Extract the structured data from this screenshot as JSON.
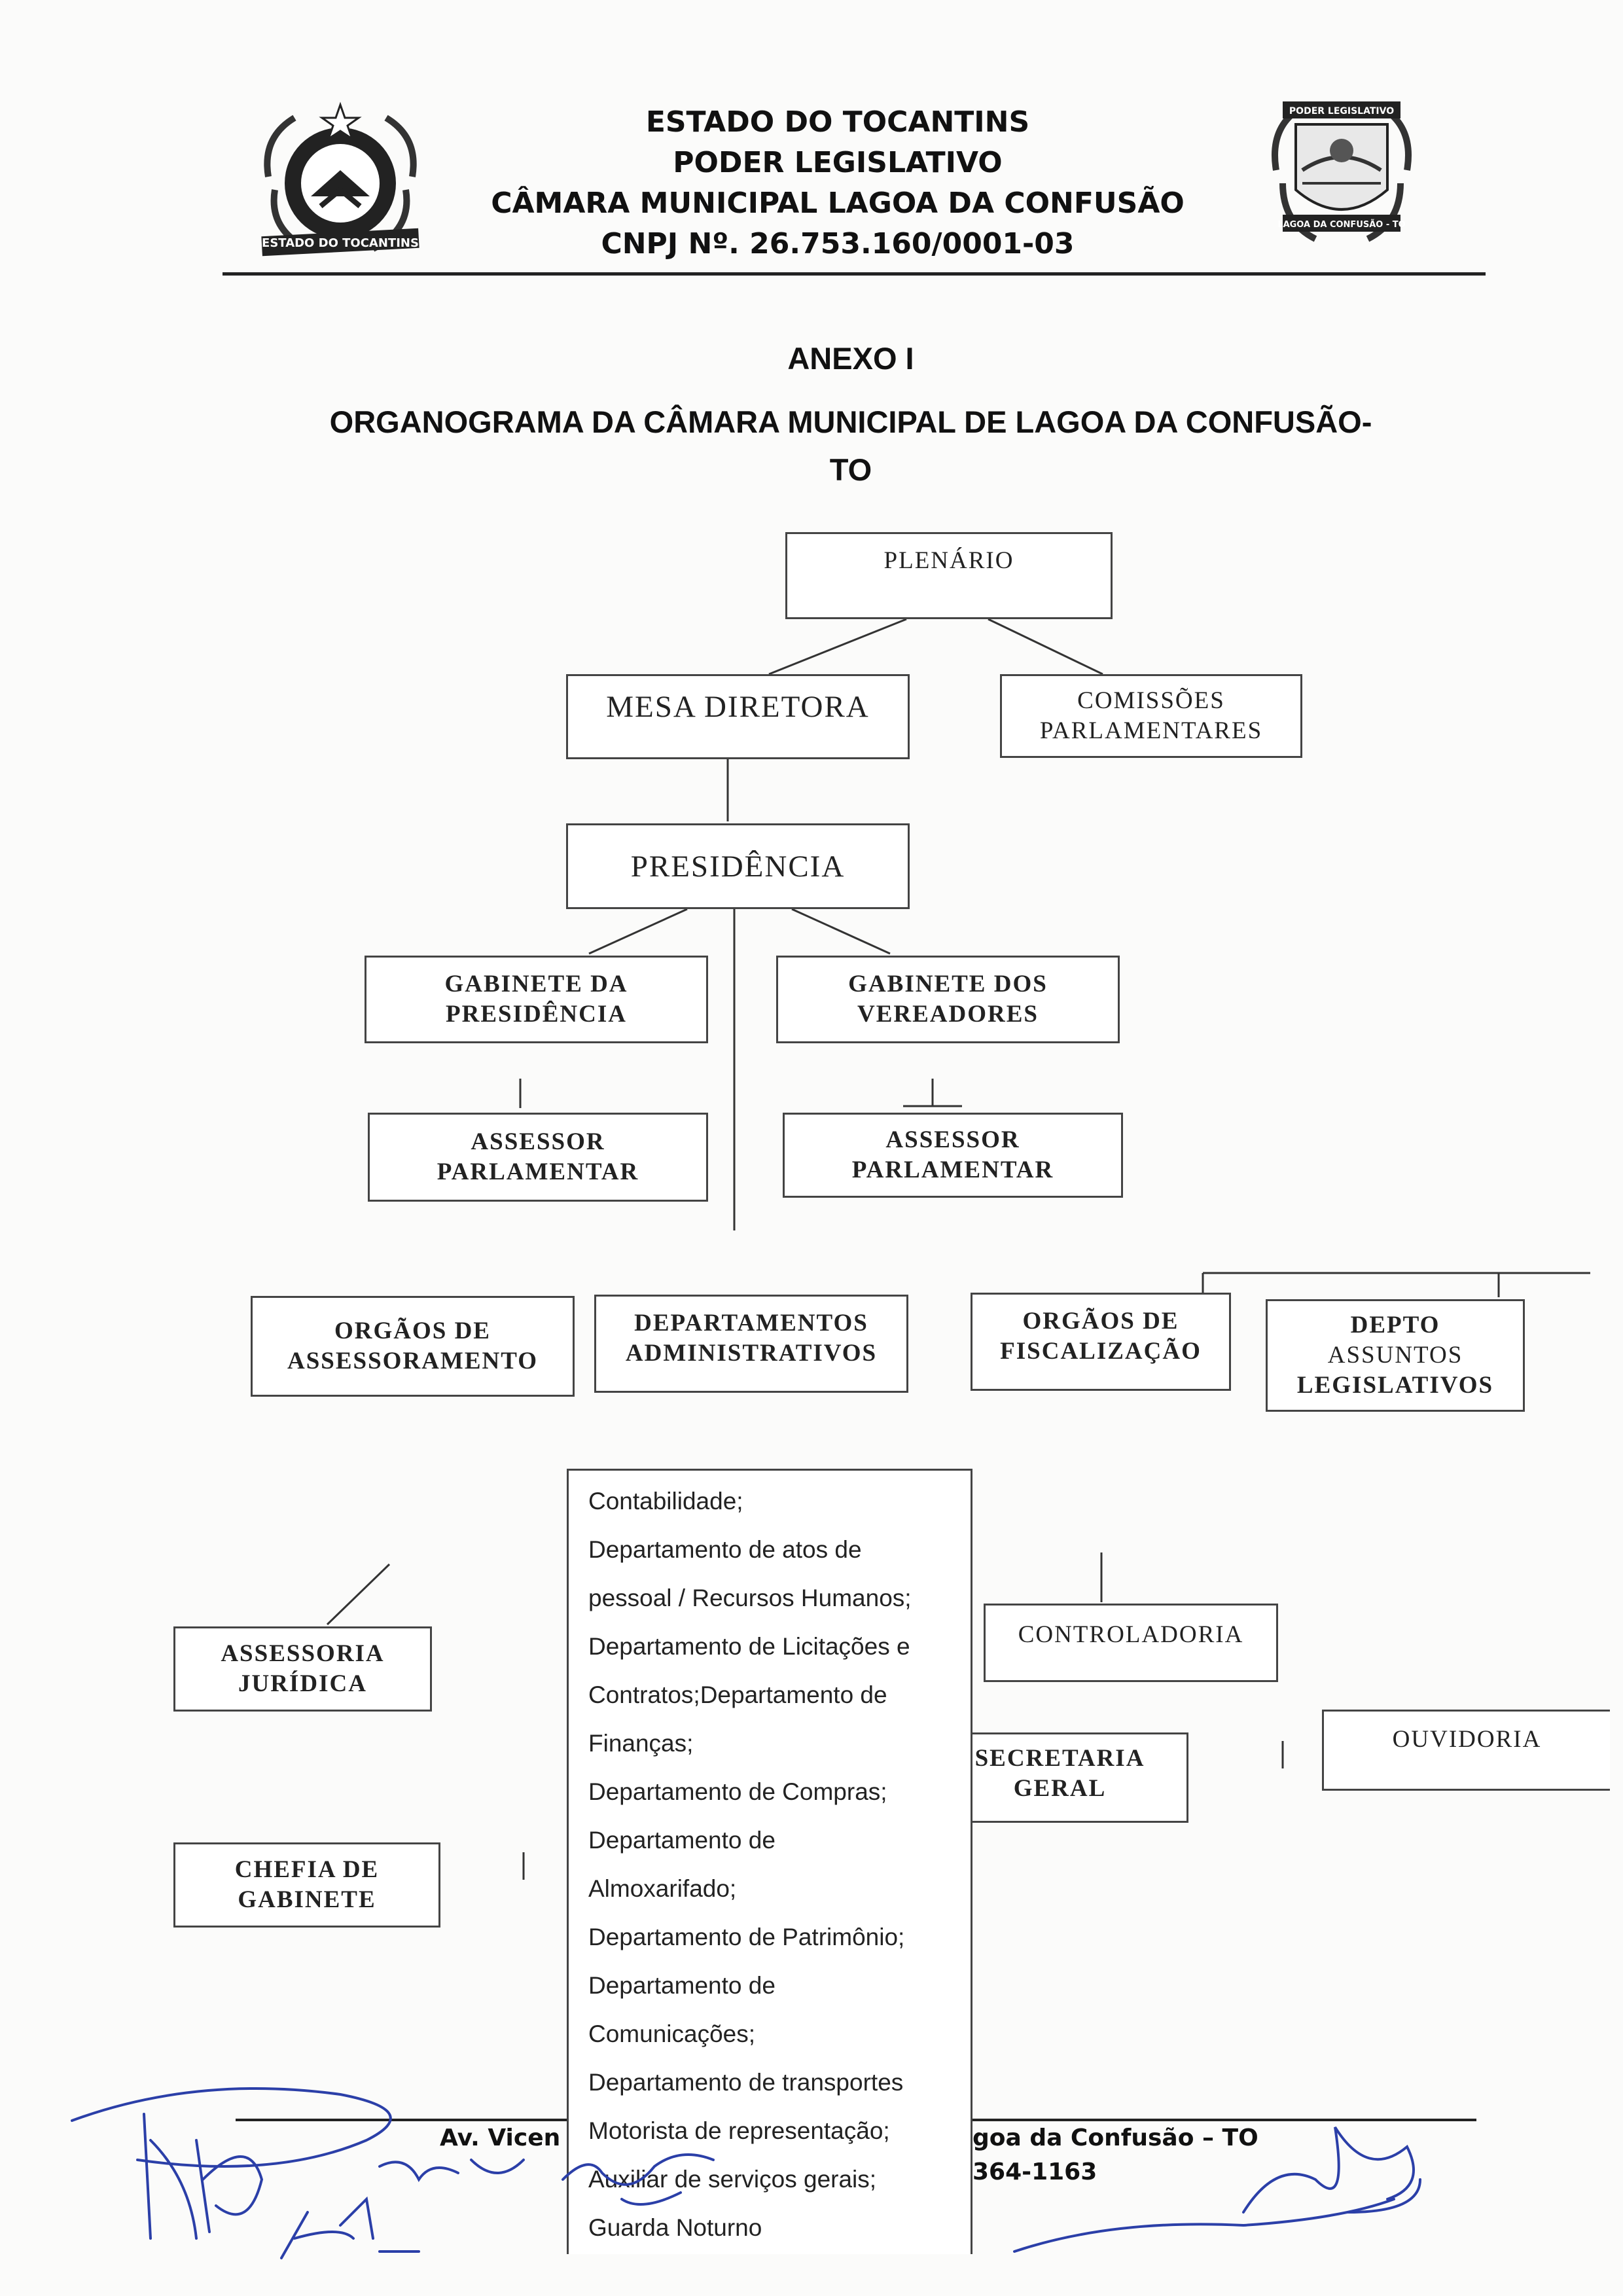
{
  "header": {
    "line1": "ESTADO DO TOCANTINS",
    "line2": "PODER LEGISLATIVO",
    "line3": "CÂMARA MUNICIPAL LAGOA DA CONFUSÃO",
    "line4": "CNPJ Nº. 26.753.160/0001-03",
    "left_seal_text": "ESTADO DO TOCANTINS",
    "right_seal_top": "PODER LEGISLATIVO",
    "right_seal_bottom": "LAGOA DA CONFUSÃO - TO"
  },
  "title": {
    "annex": "ANEXO I",
    "line1": "ORGANOGRAMA DA CÂMARA MUNICIPAL DE LAGOA DA CONFUSÃO-",
    "line2": "TO"
  },
  "org": {
    "plenario": "PLENÁRIO",
    "mesa": "MESA DIRETORA",
    "comissoes": [
      "COMISSÕES",
      "PARLAMENTARES"
    ],
    "presidencia": "PRESIDÊNCIA",
    "gab_presidencia": [
      "GABINETE DA",
      "PRESIDÊNCIA"
    ],
    "gab_vereadores": [
      "GABINETE DOS",
      "VEREADORES"
    ],
    "assessor1": [
      "ASSESSOR",
      "PARLAMENTAR"
    ],
    "assessor2": [
      "ASSESSOR",
      "PARLAMENTAR"
    ],
    "orgaos_assessoramento": [
      "ORGÃOS DE",
      "ASSESSORAMENTO"
    ],
    "departamentos": [
      "DEPARTAMENTOS",
      "ADMINISTRATIVOS"
    ],
    "orgaos_fiscalizacao": [
      "ORGÃOS DE",
      "FISCALIZAÇÃO"
    ],
    "depto_legislativos": [
      "DEPTO",
      "ASSUNTOS",
      "LEGISLATIVOS"
    ],
    "assessoria_juridica": [
      "ASSESSORIA",
      "JURÍDICA"
    ],
    "chefia_gabinete": [
      "CHEFIA DE",
      "GABINETE"
    ],
    "controladoria": "CONTROLADORIA",
    "secretaria": [
      "SECRETARIA",
      "GERAL"
    ],
    "ouvidoria": "OUVIDORIA"
  },
  "dept_list": [
    "Contabilidade;",
    "Departamento de atos de",
    "pessoal / Recursos Humanos;",
    "Departamento de Licitações e",
    "Contratos;Departamento de",
    "Finanças;",
    "Departamento de Compras;",
    "Departamento de",
    "Almoxarifado;",
    "Departamento de Patrimônio;",
    "Departamento de",
    "Comunicações;",
    "Departamento de transportes",
    "Motorista de representação;",
    "Auxiliar de serviços gerais;",
    "Guarda Noturno"
  ],
  "footer": {
    "left": "Av. Vicen",
    "right_line1": "goa da Confusão – TO",
    "right_line2": "364-1163"
  }
}
